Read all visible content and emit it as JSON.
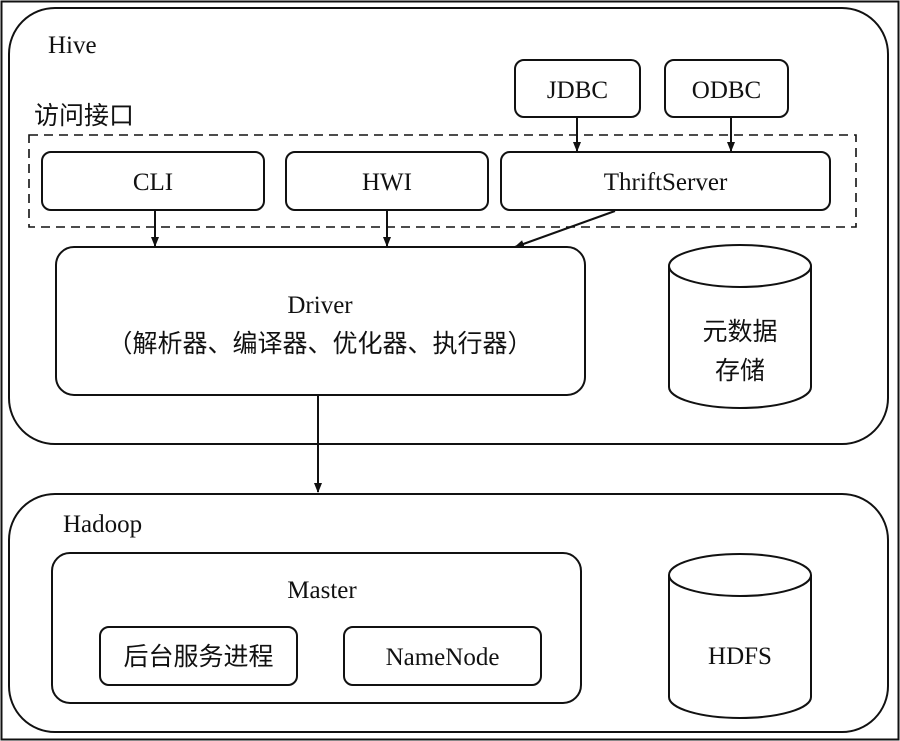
{
  "hive": {
    "label": "Hive",
    "access_interface": {
      "label": "访问接口",
      "cli": "CLI",
      "hwi": "HWI",
      "thrift_server": "ThriftServer"
    },
    "jdbc": "JDBC",
    "odbc": "ODBC",
    "driver": {
      "title": "Driver",
      "components": "（解析器、编译器、优化器、执行器）"
    },
    "metastore": {
      "line1": "元数据",
      "line2": "存储"
    }
  },
  "hadoop": {
    "label": "Hadoop",
    "master": {
      "label": "Master",
      "daemon": "后台服务进程",
      "namenode": "NameNode"
    },
    "hdfs": "HDFS"
  },
  "colors": {
    "stroke": "#111111",
    "background": "#ffffff"
  }
}
